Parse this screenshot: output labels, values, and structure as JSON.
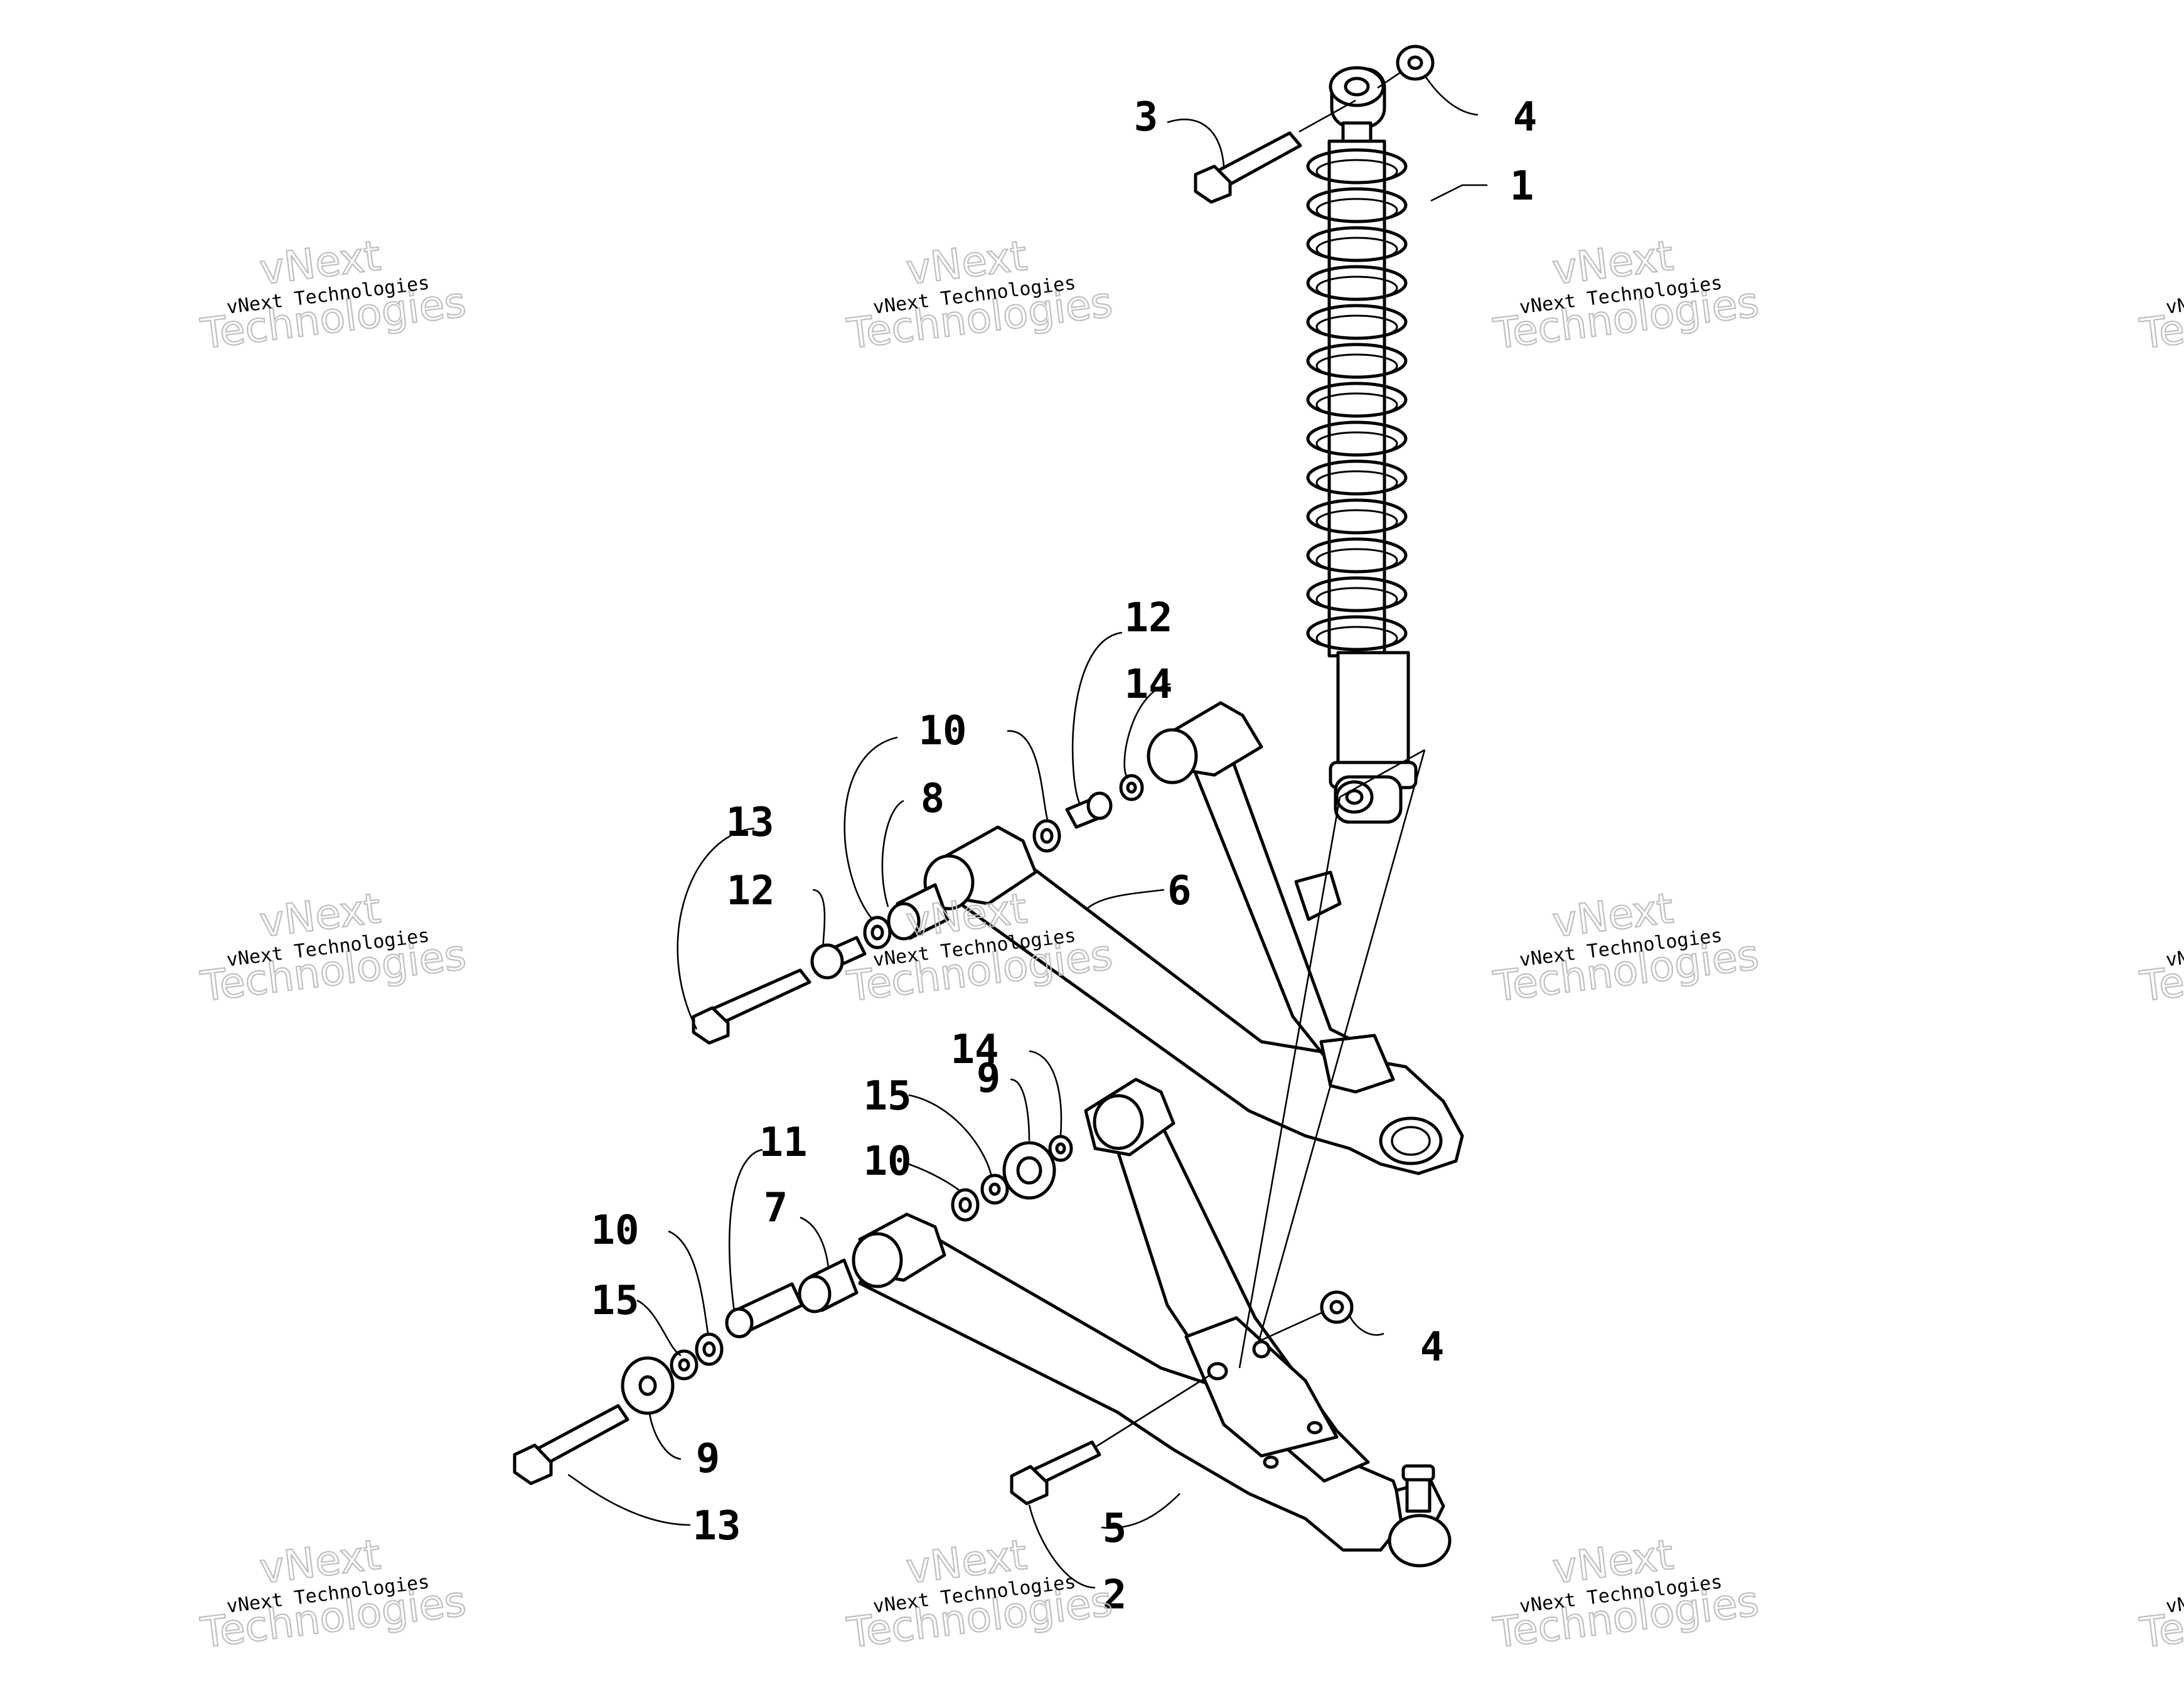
{
  "diagram": {
    "callouts": [
      {
        "id": "c1",
        "label": "1"
      },
      {
        "id": "c2",
        "label": "2"
      },
      {
        "id": "c3",
        "label": "3"
      },
      {
        "id": "c4a",
        "label": "4"
      },
      {
        "id": "c4b",
        "label": "4"
      },
      {
        "id": "c5",
        "label": "5"
      },
      {
        "id": "c6",
        "label": "6"
      },
      {
        "id": "c7",
        "label": "7"
      },
      {
        "id": "c8",
        "label": "8"
      },
      {
        "id": "c9a",
        "label": "9"
      },
      {
        "id": "c9b",
        "label": "9"
      },
      {
        "id": "c10a",
        "label": "10"
      },
      {
        "id": "c10b",
        "label": "10"
      },
      {
        "id": "c10c",
        "label": "10"
      },
      {
        "id": "c11",
        "label": "11"
      },
      {
        "id": "c12a",
        "label": "12"
      },
      {
        "id": "c12b",
        "label": "12"
      },
      {
        "id": "c13a",
        "label": "13"
      },
      {
        "id": "c13b",
        "label": "13"
      },
      {
        "id": "c14a",
        "label": "14"
      },
      {
        "id": "c14b",
        "label": "14"
      },
      {
        "id": "c15a",
        "label": "15"
      },
      {
        "id": "c15b",
        "label": "15"
      }
    ]
  },
  "watermark": {
    "small": "vNext Technologies",
    "big_top": "vNext",
    "big_bottom": "Technologies"
  }
}
